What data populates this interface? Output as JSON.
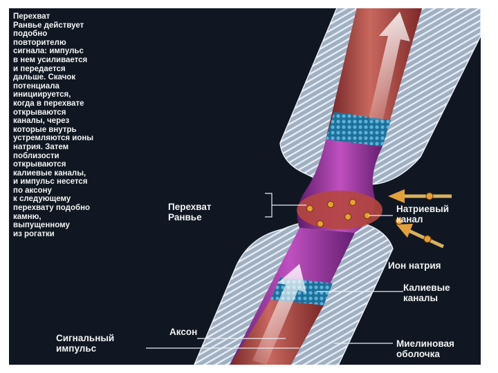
{
  "caption": "Перехват\nРанвье действует\nподобно\nповторителю\nсигнала: импульс\nв нем усиливается\nи передается\nдальше. Скачок\nпотенциала\nинициируется,\nкогда в перехвате\nоткрываются\nканалы, через\nкоторые внутрь\nустремляются ионы\nнатрия. Затем\nпоблизости\nоткрываются\nкалиевые каналы,\nи импульс несется\nпо аксону\nк следующему\nперехвату подобно\nкамню,\nвыпущенному\nиз рогатки",
  "labels": {
    "node_of_ranvier": "Перехват\nРанвье",
    "sodium_channel": "Натриевый\nканал",
    "sodium_ion": "Ион натрия",
    "potassium_channels": "Калиевые\nканалы",
    "axon": "Аксон",
    "signal_impulse": "Сигнальный\nимпульс",
    "myelin_sheath": "Миелиновая\nоболочка"
  },
  "colors": {
    "background": "#101722",
    "axon_red": "#b4524a",
    "node_purple": "#a53aa8",
    "potassium_blue": "#2f86b0",
    "myelin": "#c9d6e2",
    "sodium_ion": "#e8a030"
  }
}
